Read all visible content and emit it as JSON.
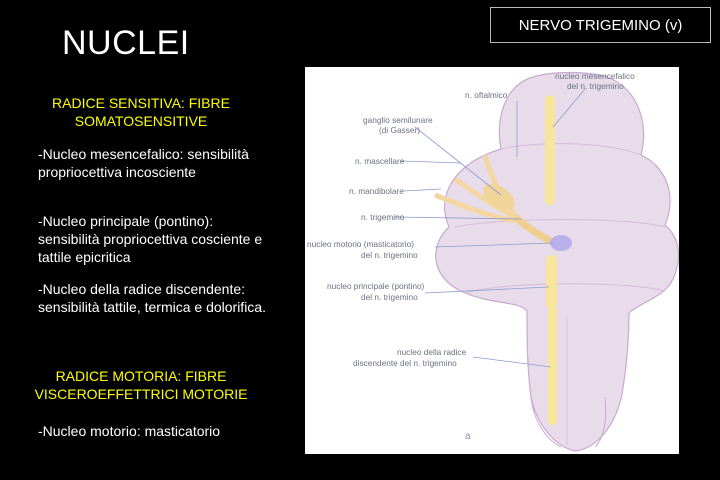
{
  "slide": {
    "title": "NUCLEI",
    "topic": "NERVO TRIGEMINO (v)",
    "sensory": {
      "heading_line1": "RADICE SENSITIVA: FIBRE",
      "heading_line2": "SOMATOSENSITIVE",
      "items": [
        "-Nucleo mesencefalico: sensibilità propriocettiva incosciente",
        "-Nucleo principale (pontino): sensibilità propriocettiva cosciente e tattile epicritica",
        "-Nucleo della radice discendente: sensibilità tattile, termica e dolorifica."
      ]
    },
    "motor": {
      "heading_line1": "RADICE MOTORIA: FIBRE",
      "heading_line2": "VISCEROEFFETTRICI MOTORIE",
      "items": [
        "-Nucleo motorio: masticatorio"
      ]
    }
  },
  "figure": {
    "labels": {
      "oftalmico": "n. oftalmico",
      "mesencefalico_1": "nucleo mesencefalico",
      "mesencefalico_2": "del n. trigemino",
      "ganglio_1": "ganglio semilunare",
      "ganglio_2": "(di Gasser)",
      "mascellare": "n. mascellare",
      "mandibolare": "n. mandibolare",
      "trigemino": "n. trigemino",
      "motorio_1": "nucleo motorio (masticatorio)",
      "motorio_2": "del n. trigemino",
      "principale_1": "nucleo principale (pontino)",
      "principale_2": "del n. trigemino",
      "discendente_1": "nucleo della radice",
      "discendente_2": "discendente del n. trigemino",
      "panel": "a"
    },
    "colors": {
      "brainstem": "#e9dcea",
      "brainstem_edge": "#c9a9d0",
      "nucleus": "#f7e69a",
      "motor_nucleus": "#b9b0ea",
      "nerve": "#f3d6a0",
      "leader": "#8a9bd0"
    }
  }
}
